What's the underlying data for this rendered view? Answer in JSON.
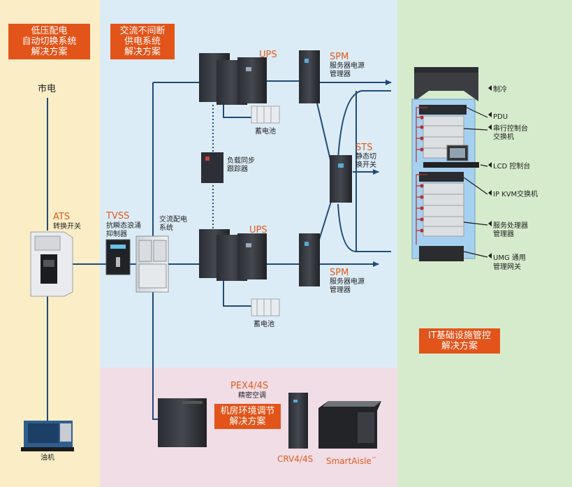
{
  "zones": {
    "low_voltage": {
      "lines": [
        "低压配电",
        "自动切换系统",
        "解决方案"
      ],
      "color": "#fbeec6"
    },
    "ac_ups": {
      "lines": [
        "交流不间断",
        "供电系统",
        "解决方案"
      ],
      "color": "#dcecf6"
    },
    "it_infra": {
      "lines": [
        "IT基础设施管控",
        "解决方案"
      ],
      "color": "#d6ebcc"
    },
    "environment": {
      "lines": [
        "机房环境调节",
        "解决方案"
      ],
      "color": "#f1dde6"
    }
  },
  "labels": {
    "mains": "市电",
    "ats_name": "ATS",
    "ats_desc": "转换开关",
    "generator": "油机",
    "tvss_name": "TVSS",
    "tvss_desc1": "抗瞬态浪涌",
    "tvss_desc2": "抑制器",
    "acpd_desc1": "交流配电",
    "acpd_desc2": "系统",
    "ups_top": "UPS",
    "ups_bottom": "UPS",
    "battery_top": "蓄电池",
    "battery_bottom": "蓄电池",
    "lbs1": "负载同步",
    "lbs2": "跟踪器",
    "spm_top": "SPM",
    "spm_top_d1": "服务器电源",
    "spm_top_d2": "管理器",
    "spm_bottom": "SPM",
    "spm_bottom_d1": "服务器电源",
    "spm_bottom_d2": "管理器",
    "sts_name": "STS",
    "sts_d1": "静态切",
    "sts_d2": "换开关",
    "pex_name": "PEX4/4S",
    "pex_desc": "精密空调",
    "crv": "CRV4/4S",
    "smartaisle": "SmartAisle",
    "smartaisle_tm": "™"
  },
  "rack_items": [
    {
      "id": "cooling",
      "lines": [
        "制冷"
      ]
    },
    {
      "id": "pdu",
      "lines": [
        "PDU"
      ]
    },
    {
      "id": "serial",
      "lines": [
        "串行控制台",
        "交换机"
      ]
    },
    {
      "id": "lcd",
      "lines": [
        "LCD 控制台"
      ]
    },
    {
      "id": "kvm",
      "lines": [
        "IP KVM交换机"
      ]
    },
    {
      "id": "spm",
      "lines": [
        "服务处理器",
        "管理器"
      ]
    },
    {
      "id": "umg",
      "lines": [
        "UMG 通用",
        "管理网关"
      ]
    }
  ],
  "colors": {
    "line": "#1e4a7a",
    "accent": "#e2541a",
    "orange_text": "#e05a1a"
  }
}
